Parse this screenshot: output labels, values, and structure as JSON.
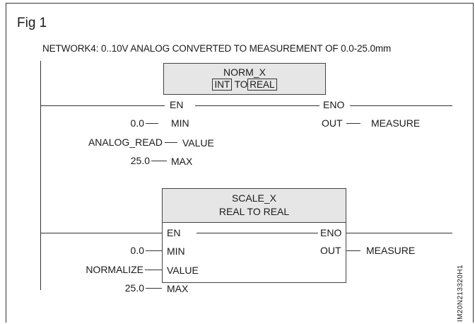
{
  "figure": {
    "label": "Fig 1"
  },
  "network": {
    "title": "NETWORK4: 0..10V ANALOG CONVERTED TO MEASUREMENT OF 0.0-25.0mm"
  },
  "norm_block": {
    "name": "NORM_X",
    "type_in": "INT",
    "type_sep": "TO",
    "type_out": "REAL",
    "pins": {
      "en": "EN",
      "eno": "ENO",
      "min": "MIN",
      "value": "VALUE",
      "max": "MAX",
      "out": "OUT"
    },
    "inputs": {
      "min": "0.0",
      "value": "ANALOG_READ",
      "max": "25.0"
    },
    "output": "MEASURE"
  },
  "scale_block": {
    "name": "SCALE_X",
    "types": "REAL TO REAL",
    "pins": {
      "en": "EN",
      "eno": "ENO",
      "min": "MIN",
      "value": "VALUE",
      "max": "MAX",
      "out": "OUT"
    },
    "inputs": {
      "min": "0.0",
      "value": "NORMALIZE",
      "max": "25.0"
    },
    "output": "MEASURE"
  },
  "reference_code": "IM20N213320H1"
}
